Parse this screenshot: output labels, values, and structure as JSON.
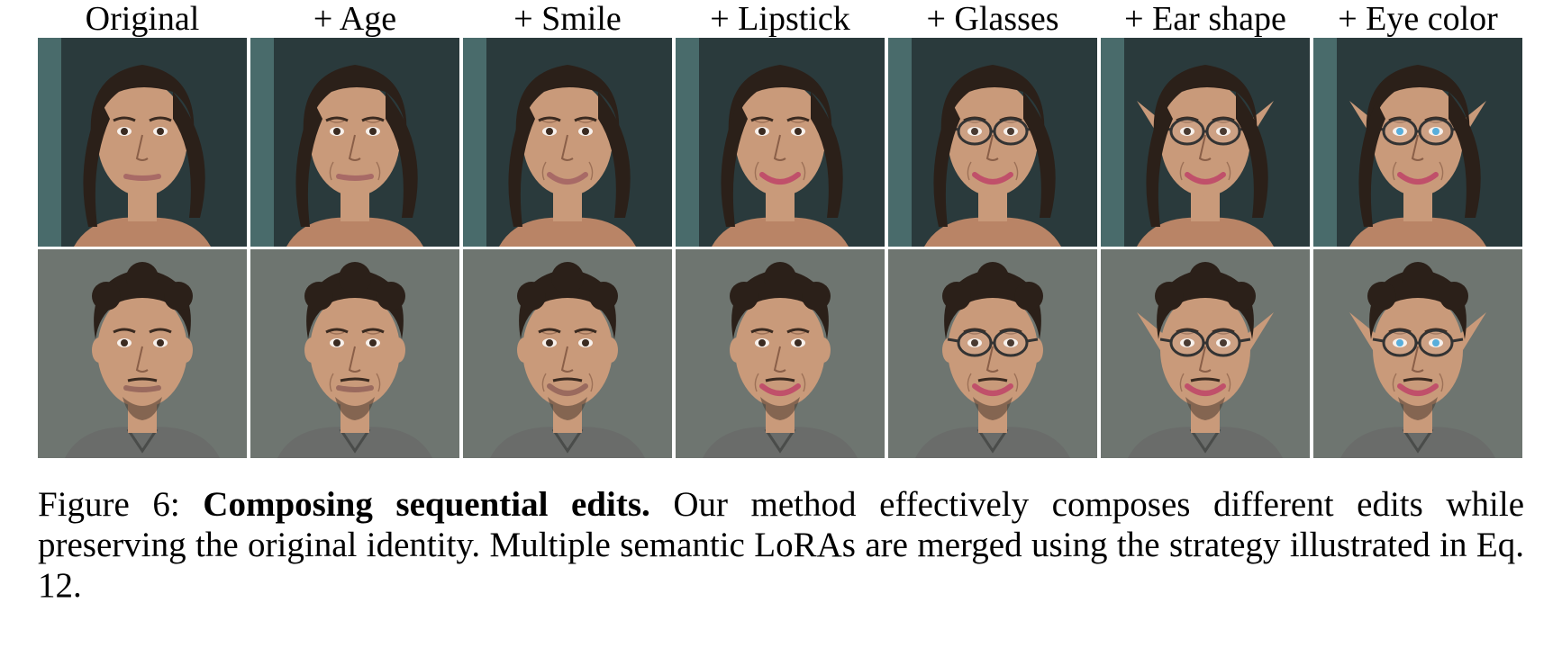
{
  "figure": {
    "columns": [
      "Original",
      "+ Age",
      "+ Smile",
      "+ Lipstick",
      "+ Glasses",
      "+ Ear shape",
      "+ Eye color"
    ],
    "rows": [
      {
        "subject": "woman",
        "panels": [
          {
            "age": 0,
            "smile": false,
            "lipstick": false,
            "glasses": false,
            "pointed_ears": false,
            "blue_eyes": false
          },
          {
            "age": 1,
            "smile": false,
            "lipstick": false,
            "glasses": false,
            "pointed_ears": false,
            "blue_eyes": false
          },
          {
            "age": 1,
            "smile": true,
            "lipstick": false,
            "glasses": false,
            "pointed_ears": false,
            "blue_eyes": false
          },
          {
            "age": 1,
            "smile": true,
            "lipstick": true,
            "glasses": false,
            "pointed_ears": false,
            "blue_eyes": false
          },
          {
            "age": 1,
            "smile": true,
            "lipstick": true,
            "glasses": true,
            "pointed_ears": false,
            "blue_eyes": false
          },
          {
            "age": 1,
            "smile": true,
            "lipstick": true,
            "glasses": true,
            "pointed_ears": true,
            "blue_eyes": false
          },
          {
            "age": 1,
            "smile": true,
            "lipstick": true,
            "glasses": true,
            "pointed_ears": true,
            "blue_eyes": true
          }
        ]
      },
      {
        "subject": "man",
        "panels": [
          {
            "age": 0,
            "smile": false,
            "lipstick": false,
            "glasses": false,
            "pointed_ears": false,
            "blue_eyes": false
          },
          {
            "age": 1,
            "smile": false,
            "lipstick": false,
            "glasses": false,
            "pointed_ears": false,
            "blue_eyes": false
          },
          {
            "age": 1,
            "smile": true,
            "lipstick": false,
            "glasses": false,
            "pointed_ears": false,
            "blue_eyes": false
          },
          {
            "age": 1,
            "smile": true,
            "lipstick": true,
            "glasses": false,
            "pointed_ears": false,
            "blue_eyes": false
          },
          {
            "age": 1,
            "smile": true,
            "lipstick": true,
            "glasses": true,
            "pointed_ears": false,
            "blue_eyes": false
          },
          {
            "age": 1,
            "smile": true,
            "lipstick": true,
            "glasses": true,
            "pointed_ears": true,
            "blue_eyes": false
          },
          {
            "age": 1,
            "smile": true,
            "lipstick": true,
            "glasses": true,
            "pointed_ears": true,
            "blue_eyes": true
          }
        ]
      }
    ]
  },
  "caption": {
    "label": "Figure 6:",
    "title": "Composing sequential edits.",
    "body": "Our method effectively composes different edits while preserving the original identity. Multiple semantic LoRAs are merged using the strategy illustrated in Eq. 12."
  },
  "colors": {
    "woman_background": "#2a3a3c",
    "man_background": "#6e7570",
    "skin": "#c99a7a",
    "hair": "#2b2019",
    "lipstick": "#c0506a",
    "blue_eye": "#4aa8d8"
  }
}
